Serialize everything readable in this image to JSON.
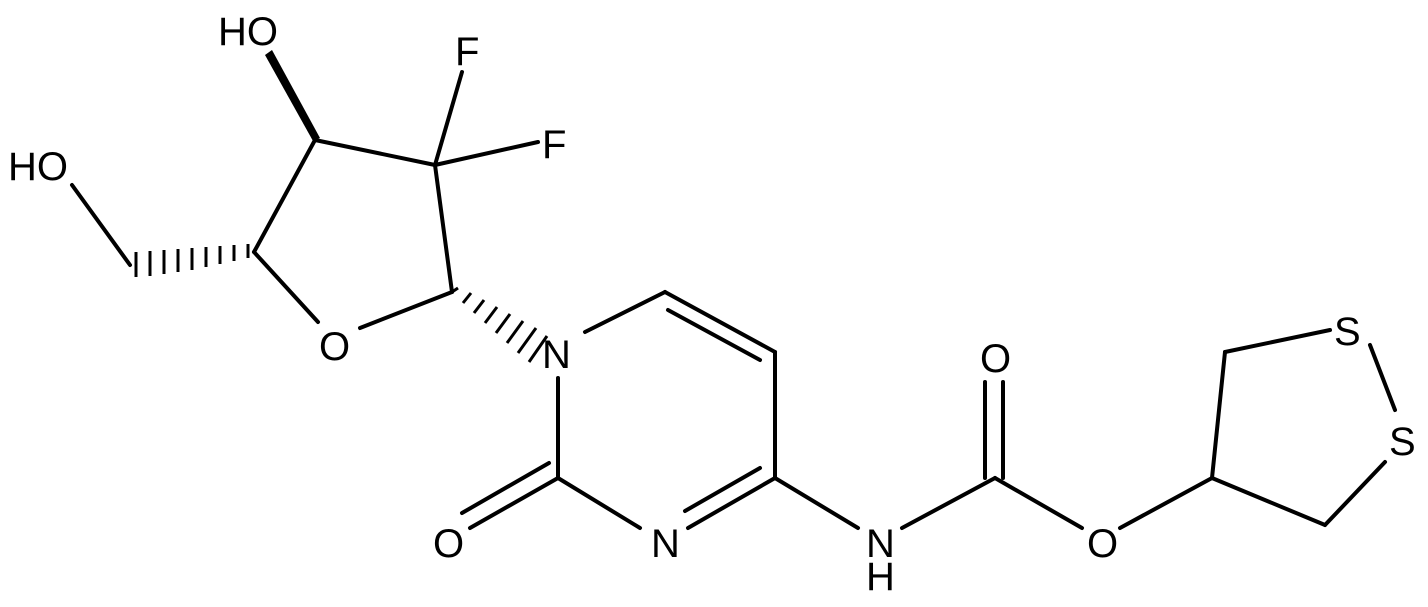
{
  "structure": {
    "atom_labels": {
      "oh_top": "HO",
      "ho_left": "HO",
      "f_upper": "F",
      "f_lower": "F",
      "o_ring": "O",
      "n_ring1": "N",
      "o_carbonyl_ring": "O",
      "n_ring3": "N",
      "nh_n": "N",
      "nh_h": "H",
      "o_carbamate_top": "O",
      "o_ester": "O",
      "s_upper": "S",
      "s_lower": "S"
    }
  },
  "colors": {
    "bond": "#000000",
    "background": "#ffffff"
  }
}
